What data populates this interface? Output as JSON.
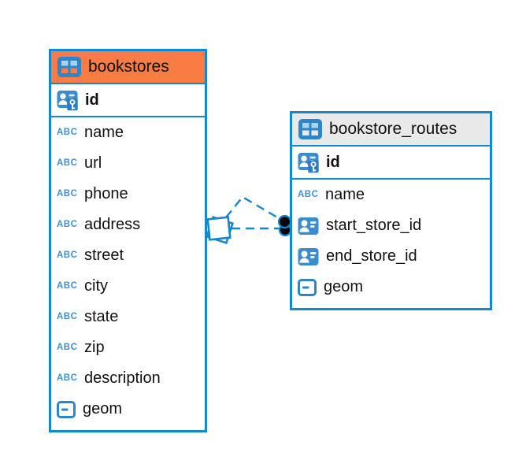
{
  "diagram": {
    "abc_icon_label": "ABC",
    "colors": {
      "table_border_blue": "#1488cc",
      "bookstores_header_orange": "#f87c44",
      "routes_header_gray": "#e9e9e9",
      "icon_blue": "#3b8ccd"
    },
    "tables": [
      {
        "name": "bookstores",
        "icon": "table-icon",
        "header_color": "#f87c44",
        "primary_key": {
          "name": "id",
          "icon": "person-key-icon"
        },
        "columns": [
          {
            "name": "name",
            "icon": "text-abc-icon"
          },
          {
            "name": "url",
            "icon": "text-abc-icon"
          },
          {
            "name": "phone",
            "icon": "text-abc-icon"
          },
          {
            "name": "address",
            "icon": "text-abc-icon"
          },
          {
            "name": "street",
            "icon": "text-abc-icon"
          },
          {
            "name": "city",
            "icon": "text-abc-icon"
          },
          {
            "name": "state",
            "icon": "text-abc-icon"
          },
          {
            "name": "zip",
            "icon": "text-abc-icon"
          },
          {
            "name": "description",
            "icon": "text-abc-icon"
          },
          {
            "name": "geom",
            "icon": "geometry-icon"
          }
        ]
      },
      {
        "name": "bookstore_routes",
        "icon": "table-icon",
        "header_color": "#e9e9e9",
        "primary_key": {
          "name": "id",
          "icon": "person-key-icon"
        },
        "columns": [
          {
            "name": "name",
            "icon": "text-abc-icon"
          },
          {
            "name": "start_store_id",
            "icon": "person-ref-icon"
          },
          {
            "name": "end_store_id",
            "icon": "person-ref-icon"
          },
          {
            "name": "geom",
            "icon": "geometry-icon"
          }
        ]
      }
    ],
    "relationships": [
      {
        "from_table": "bookstore_routes",
        "to_table": "bookstores",
        "line_style": "dashed"
      },
      {
        "from_table": "bookstore_routes",
        "to_table": "bookstores",
        "line_style": "dashed"
      }
    ]
  }
}
